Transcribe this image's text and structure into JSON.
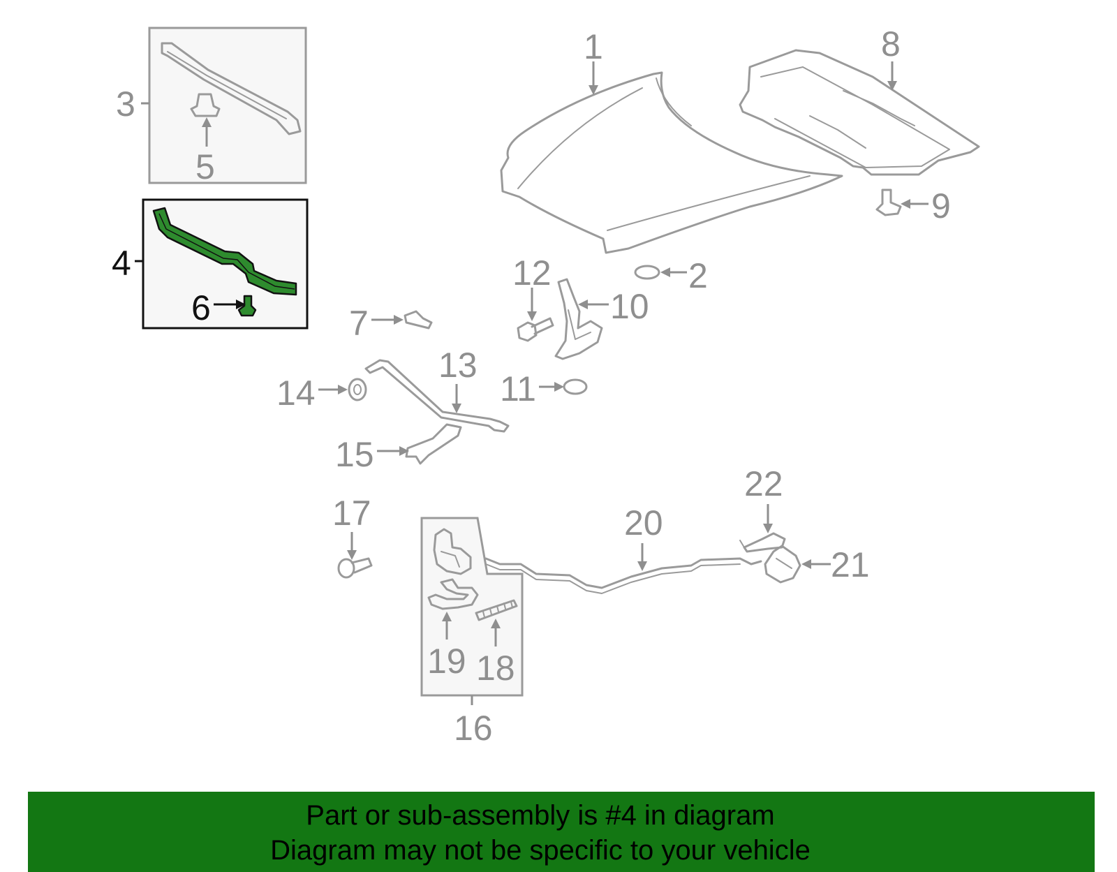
{
  "callouts": {
    "c1": "1",
    "c2": "2",
    "c3": "3",
    "c4": "4",
    "c5": "5",
    "c6": "6",
    "c7": "7",
    "c8": "8",
    "c9": "9",
    "c10": "10",
    "c11": "11",
    "c12": "12",
    "c13": "13",
    "c14": "14",
    "c15": "15",
    "c16": "16",
    "c17": "17",
    "c18": "18",
    "c19": "19",
    "c20": "20",
    "c21": "21",
    "c22": "22"
  },
  "banner": {
    "line1": "Part or sub-assembly is #4 in diagram",
    "line2": "Diagram may not be specific to your vehicle"
  },
  "colors": {
    "highlight": "#2e8b2e",
    "banner": "#137713",
    "part_gray": "#9a9a9a"
  }
}
